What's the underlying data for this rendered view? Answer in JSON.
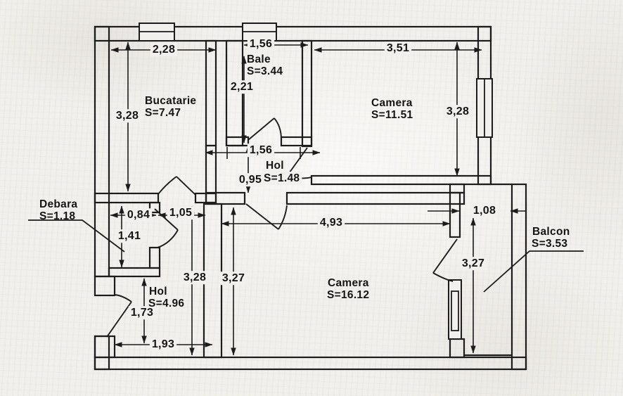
{
  "document": {
    "kind": "apartment floor plan (scanned drawing)"
  },
  "colors": {
    "paper": "#f2f0ec",
    "ink": "#1c1c1c"
  },
  "rooms": {
    "bucatarie": {
      "name": "Bucatarie",
      "area": "S=7.47"
    },
    "bale": {
      "name": "Bale",
      "area": "S=3.44"
    },
    "camera1": {
      "name": "Camera",
      "area": "S=11.51"
    },
    "hol1": {
      "name": "Hol",
      "area": "S=1.48"
    },
    "debara": {
      "name": "Debara",
      "area": "S=1.18"
    },
    "hol2": {
      "name": "Hol",
      "area": "S=4.96"
    },
    "camera2": {
      "name": "Camera",
      "area": "S=16.12"
    },
    "balcon": {
      "name": "Balcon",
      "area": "S=3.53"
    }
  },
  "dims": {
    "bucatarie_width": "2,28",
    "bale_width": "1,56",
    "camera1_width": "3,51",
    "bucatarie_height": "3,28",
    "bale_height": "2,21",
    "camera1_height": "3,28",
    "hol1_width": "1,56",
    "hol1_height": "0,95",
    "camera2_width": "4,93",
    "camera2_height": "3,27",
    "debara_width": "0,84",
    "corridor_width": "1,05",
    "debara_height": "1,41",
    "hol2_height": "3,28",
    "balcon_width": "1,08",
    "balcon_height": "3,27",
    "entry_height": "1,73",
    "hol2_width": "1,93"
  }
}
